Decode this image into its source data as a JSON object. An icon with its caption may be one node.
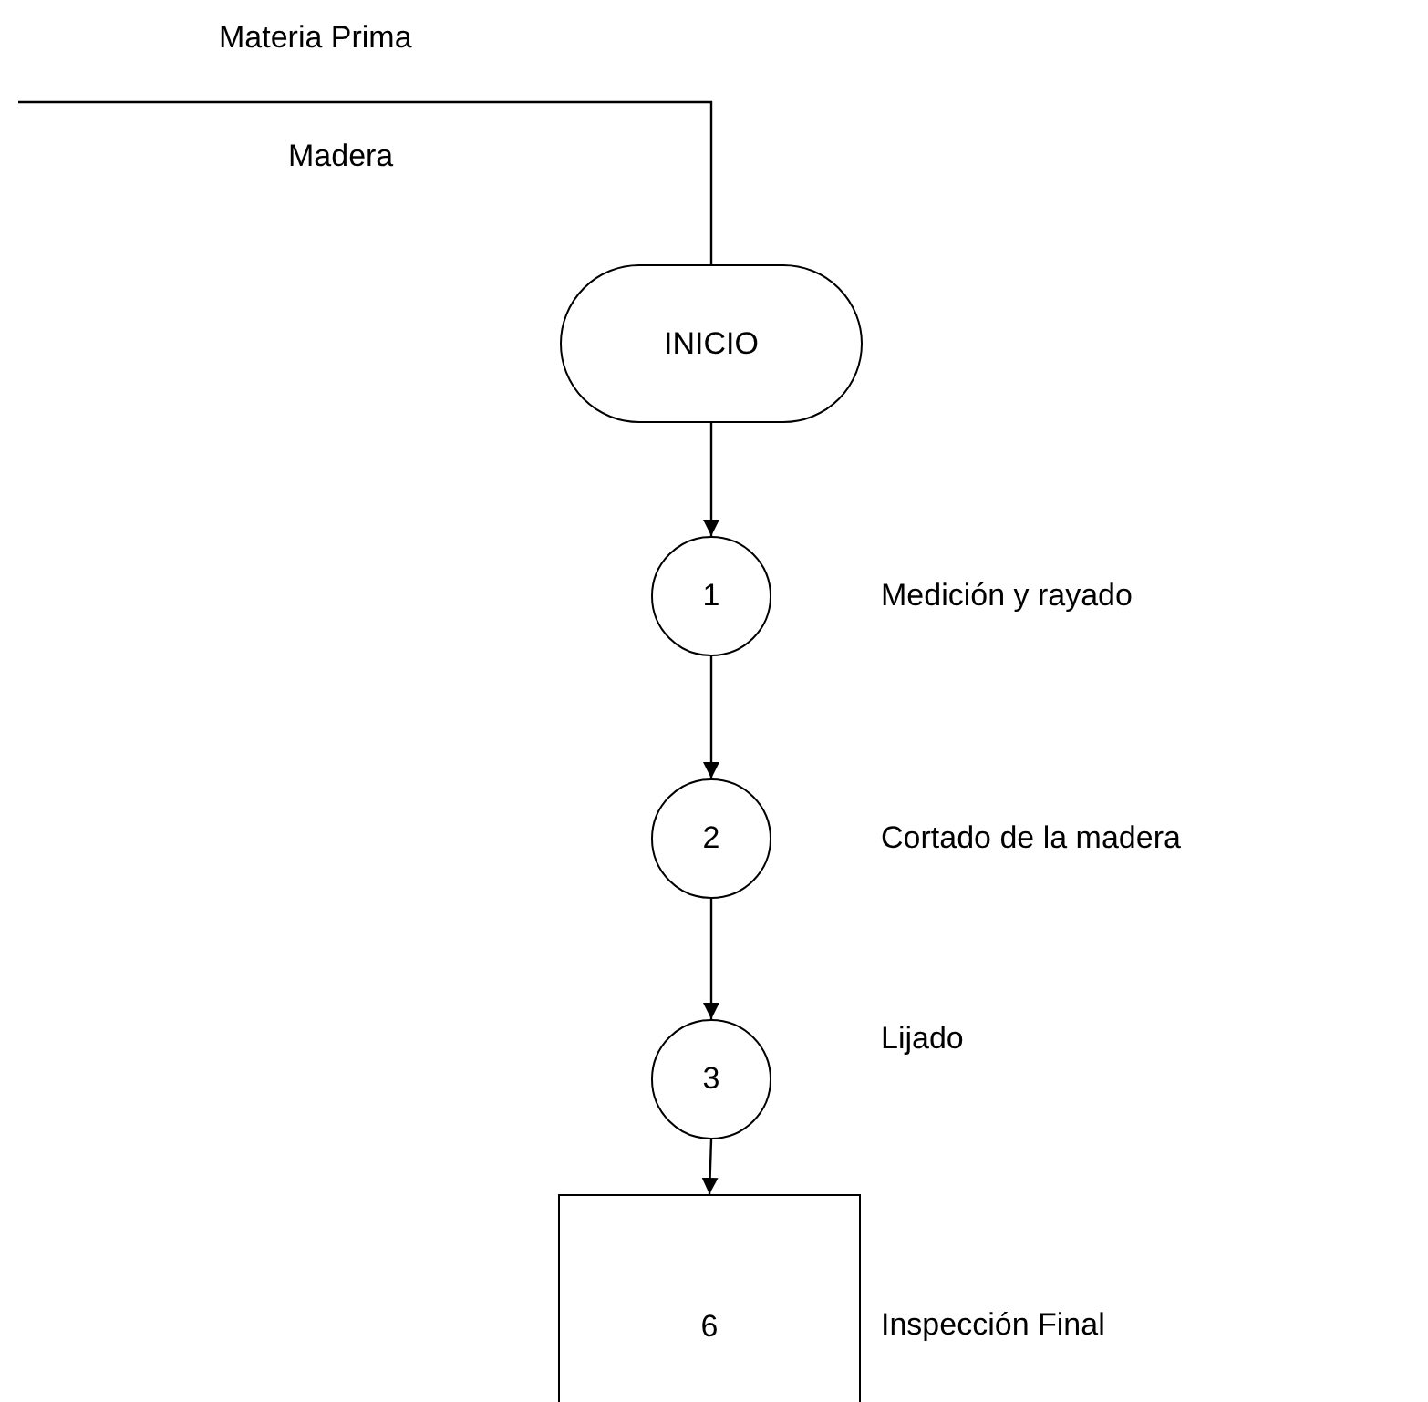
{
  "diagram": {
    "nodes": [
      {
        "text": [
          "INICIO"
        ]
      },
      {
        "text": [
          "1"
        ],
        "beside": [
          "Medición y rayado"
        ]
      },
      {
        "text": [
          "2"
        ],
        "beside": [
          "Cortado de la madera"
        ]
      },
      {
        "text": [
          "3"
        ],
        "beside": [
          "Lijado"
        ]
      },
      {
        "text": [
          "6"
        ],
        "beside": [
          "Inspección Final"
        ]
      }
    ],
    "edges": [
      {
        "from": null,
        "to": 0,
        "arrow": "none"
      },
      {
        "from": 0,
        "to": 1,
        "arrow": "to"
      },
      {
        "from": 1,
        "to": 2,
        "arrow": "to"
      },
      {
        "from": 2,
        "to": 3,
        "arrow": "to"
      },
      {
        "from": 3,
        "to": 4,
        "arrow": "to"
      }
    ],
    "labels": [
      "Materia Prima",
      "Madera"
    ]
  }
}
